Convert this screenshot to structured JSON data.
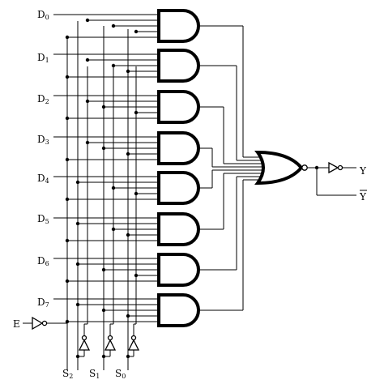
{
  "circuit": {
    "data_inputs": [
      {
        "letter": "D",
        "sub": "0"
      },
      {
        "letter": "D",
        "sub": "1"
      },
      {
        "letter": "D",
        "sub": "2"
      },
      {
        "letter": "D",
        "sub": "3"
      },
      {
        "letter": "D",
        "sub": "4"
      },
      {
        "letter": "D",
        "sub": "5"
      },
      {
        "letter": "D",
        "sub": "6"
      },
      {
        "letter": "D",
        "sub": "7"
      }
    ],
    "select_inputs": [
      {
        "letter": "S",
        "sub": "2"
      },
      {
        "letter": "S",
        "sub": "1"
      },
      {
        "letter": "S",
        "sub": "0"
      }
    ],
    "enable": {
      "letter": "E"
    },
    "outputs": {
      "y": {
        "letter": "Y"
      },
      "y_bar": {
        "letter": "Y"
      }
    }
  }
}
